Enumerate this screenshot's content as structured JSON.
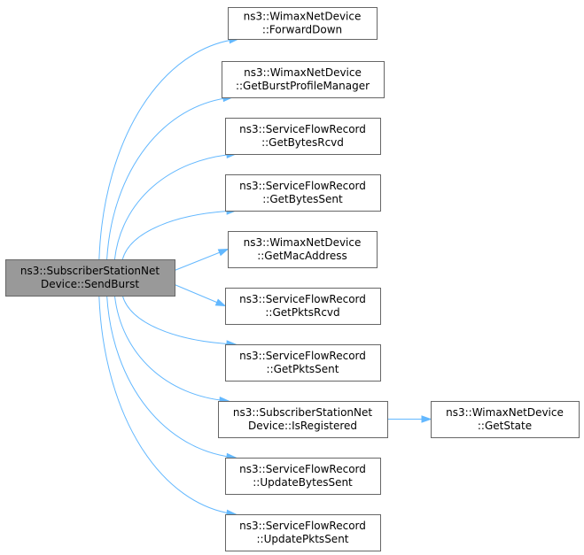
{
  "diagram": {
    "root": {
      "id": "root",
      "lines": [
        "ns3::SubscriberStationNet",
        "Device::SendBurst"
      ]
    },
    "callees": [
      {
        "id": "forward_down",
        "lines": [
          "ns3::WimaxNetDevice",
          "::ForwardDown"
        ]
      },
      {
        "id": "get_burst_profile_manager",
        "lines": [
          "ns3::WimaxNetDevice",
          "::GetBurstProfileManager"
        ]
      },
      {
        "id": "get_bytes_rcvd",
        "lines": [
          "ns3::ServiceFlowRecord",
          "::GetBytesRcvd"
        ]
      },
      {
        "id": "get_bytes_sent",
        "lines": [
          "ns3::ServiceFlowRecord",
          "::GetBytesSent"
        ]
      },
      {
        "id": "get_mac_address",
        "lines": [
          "ns3::WimaxNetDevice",
          "::GetMacAddress"
        ]
      },
      {
        "id": "get_pkts_rcvd",
        "lines": [
          "ns3::ServiceFlowRecord",
          "::GetPktsRcvd"
        ]
      },
      {
        "id": "get_pkts_sent",
        "lines": [
          "ns3::ServiceFlowRecord",
          "::GetPktsSent"
        ]
      },
      {
        "id": "is_registered",
        "lines": [
          "ns3::SubscriberStationNet",
          "Device::IsRegistered"
        ]
      },
      {
        "id": "update_bytes_sent",
        "lines": [
          "ns3::ServiceFlowRecord",
          "::UpdateBytesSent"
        ]
      },
      {
        "id": "update_pkts_sent",
        "lines": [
          "ns3::ServiceFlowRecord",
          "::UpdatePktsSent"
        ]
      }
    ],
    "secondary": [
      {
        "id": "get_state",
        "lines": [
          "ns3::WimaxNetDevice",
          "::GetState"
        ]
      }
    ],
    "edges": [
      {
        "from": "root",
        "to": "forward_down"
      },
      {
        "from": "root",
        "to": "get_burst_profile_manager"
      },
      {
        "from": "root",
        "to": "get_bytes_rcvd"
      },
      {
        "from": "root",
        "to": "get_bytes_sent"
      },
      {
        "from": "root",
        "to": "get_mac_address"
      },
      {
        "from": "root",
        "to": "get_pkts_rcvd"
      },
      {
        "from": "root",
        "to": "get_pkts_sent"
      },
      {
        "from": "root",
        "to": "is_registered"
      },
      {
        "from": "root",
        "to": "update_bytes_sent"
      },
      {
        "from": "root",
        "to": "update_pkts_sent"
      },
      {
        "from": "is_registered",
        "to": "get_state"
      }
    ],
    "colors": {
      "root_fill": "#999999",
      "node_fill": "#ffffff",
      "node_border": "#666666",
      "edge": "#63b8ff"
    }
  }
}
